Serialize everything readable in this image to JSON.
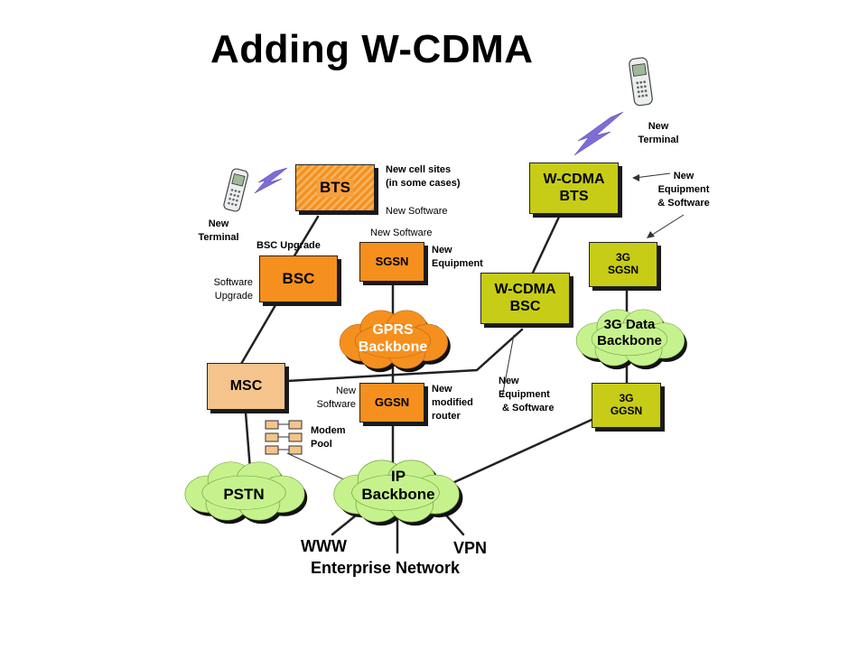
{
  "title": "Adding W-CDMA",
  "nodes": {
    "bts": "BTS",
    "bsc": "BSC",
    "msc": "MSC",
    "sgsn": "SGSN",
    "ggsn": "GGSN",
    "wcdma_bts": [
      "W-CDMA",
      "BTS"
    ],
    "wcdma_bsc": [
      "W-CDMA",
      "BSC"
    ],
    "sgsn_3g": [
      "3G",
      "SGSN"
    ],
    "ggsn_3g": [
      "3G",
      "GGSN"
    ]
  },
  "clouds": {
    "gprs": [
      "GPRS",
      "Backbone"
    ],
    "data3g": [
      "3G Data",
      "Backbone"
    ],
    "pstn": "PSTN",
    "ip": [
      "IP",
      "Backbone"
    ]
  },
  "labels": {
    "new_cell_sites": [
      "New cell sites",
      "(in some cases)"
    ],
    "new_software_bts": "New Software",
    "new_terminal_left": [
      "New",
      "Terminal"
    ],
    "bsc_upgrade": "BSC Upgrade",
    "software_upgrade": [
      "Software",
      "Upgrade"
    ],
    "new_software_sgsn": "New Software",
    "new_equipment_sgsn": [
      "New",
      "Equipment"
    ],
    "new_terminal_right": [
      "New",
      "Terminal"
    ],
    "new_equipment_software_top": [
      "New",
      "Equipment",
      "& Software"
    ],
    "new_equipment_software_mid": [
      "New",
      "Equipment",
      "& Software"
    ],
    "new_software_ggsn": [
      "New",
      "Software"
    ],
    "new_modified_router": [
      "New",
      "modified",
      "router"
    ],
    "modem_pool": [
      "Modem",
      "Pool"
    ],
    "www": "WWW",
    "vpn": "VPN",
    "enterprise": "Enterprise Network"
  },
  "colors": {
    "orange": "#f5901e",
    "light_orange": "#f5c48c",
    "olive_green": "#c7cc16",
    "cloud_orange": "#f5901e",
    "cloud_green": "#c6f28e"
  },
  "icons": [
    "mobile-phone-icon",
    "lightning-bolt-icon",
    "modem-icon"
  ]
}
